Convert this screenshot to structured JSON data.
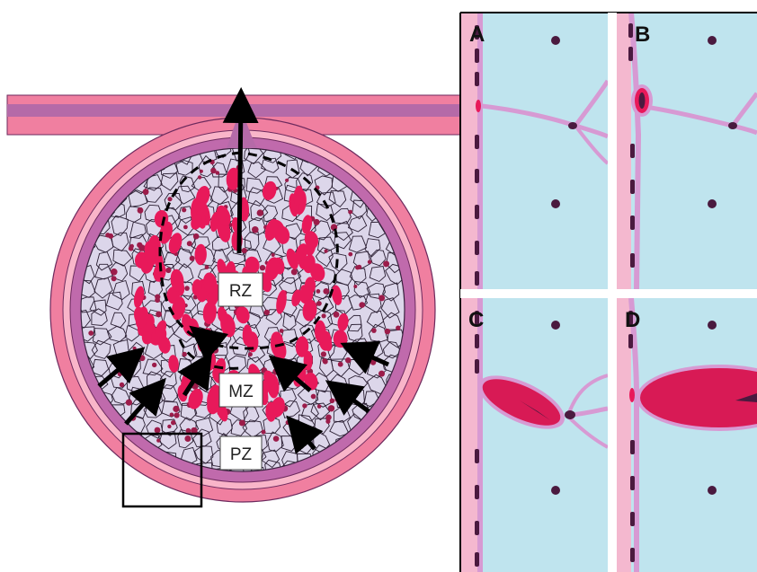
{
  "zone_labels": {
    "rz": "RZ",
    "mz": "MZ",
    "pz": "PZ"
  },
  "panels": {
    "a": "A",
    "b": "B",
    "c": "C",
    "d": "D"
  },
  "colors": {
    "duct_outer": "#f07fa0",
    "duct_inner": "#b56aa8",
    "wall": "#c06aac",
    "lumen_cells": "#dcd6ea",
    "nuclei": "#e8195a",
    "dark_nuclei": "#9c1c4a",
    "panel_bg": "#bfe4ee",
    "panel_membrane": "#d79ad3",
    "panel_left_strip": "#f4b8cf"
  }
}
